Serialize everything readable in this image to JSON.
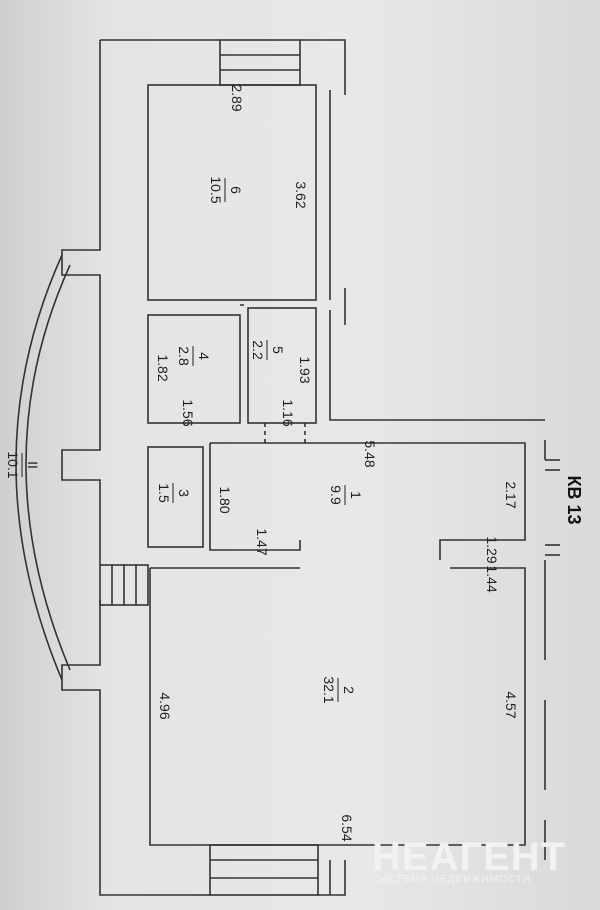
{
  "apartment_label": "КВ 13",
  "rooms": [
    {
      "id": "room-1",
      "number": "1",
      "area": "9.9"
    },
    {
      "id": "room-2",
      "number": "2",
      "area": "32.1"
    },
    {
      "id": "room-3",
      "number": "3",
      "area": "1.5"
    },
    {
      "id": "room-4",
      "number": "4",
      "area": "2.8"
    },
    {
      "id": "room-5",
      "number": "5",
      "area": "2.2"
    },
    {
      "id": "room-6",
      "number": "6",
      "area": "10.5"
    }
  ],
  "balcony": {
    "roman": "II",
    "area": "10.1"
  },
  "dimensions": {
    "r6_width": "2.89",
    "r6_depth": "3.62",
    "r4_width": "1.56",
    "r4_depth": "1.82",
    "r5_width": "1.16",
    "r5_depth": "1.93",
    "r1_length": "5.48",
    "r1_width": "1.80",
    "r1_right": "2.17",
    "r1_notch_a": "1.47",
    "r1_notch_b": "1.29",
    "r2_notch": "1.44",
    "r2_left": "4.96",
    "r2_right": "4.57",
    "r2_length": "6.54"
  },
  "watermark": {
    "brand": "НЕАГЕНТ",
    "tagline": "СИСТЕМА НЕДВИЖИМОСТИ"
  }
}
